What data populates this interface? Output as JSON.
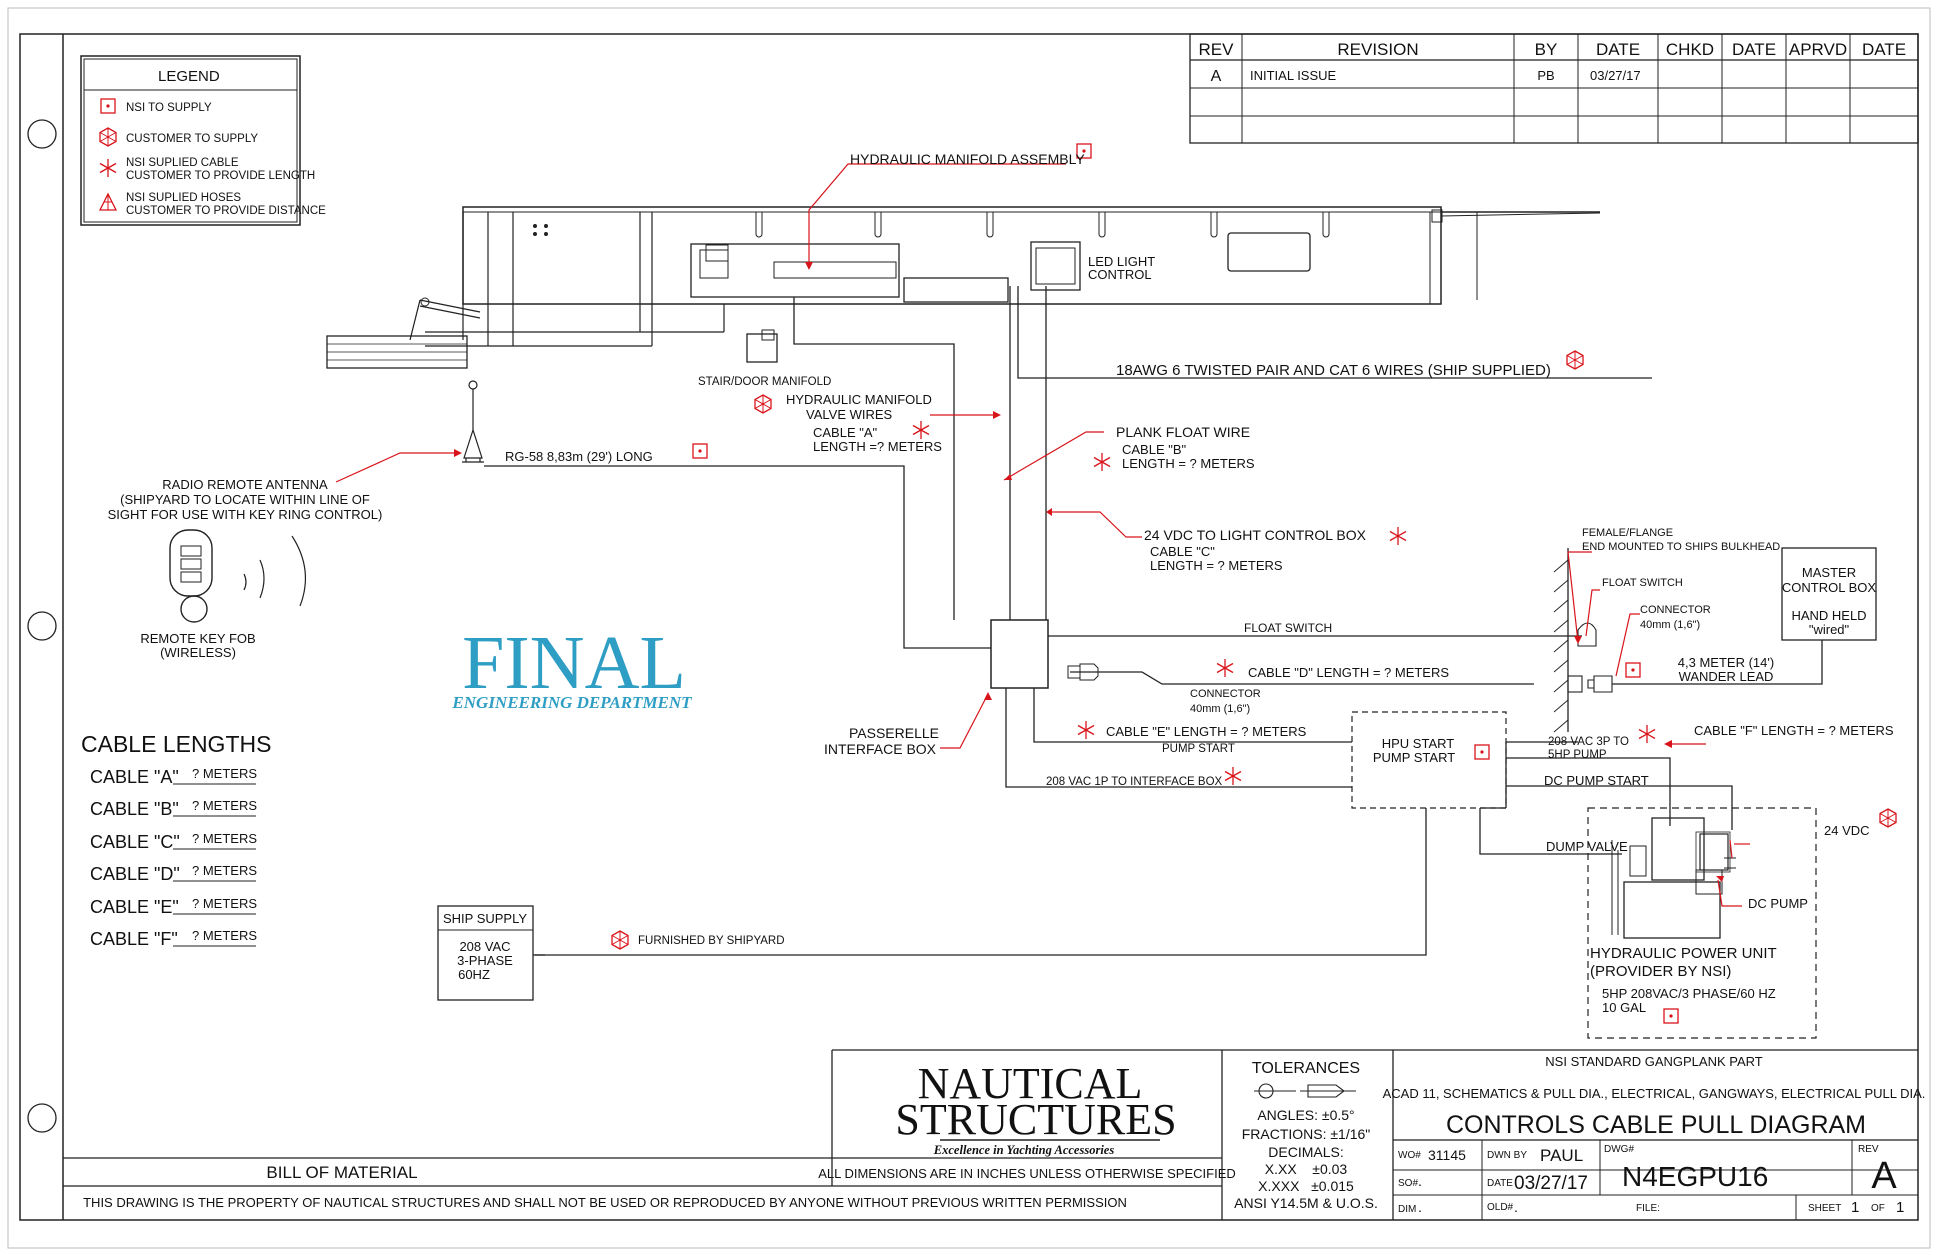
{
  "revision_table": {
    "headers": [
      "REV",
      "REVISION",
      "BY",
      "DATE",
      "CHKD",
      "DATE",
      "APRVD",
      "DATE"
    ],
    "rows": [
      [
        "A",
        "INITIAL ISSUE",
        "PB",
        "03/27/17",
        "",
        "",
        "",
        ""
      ],
      [
        "",
        "",
        "",
        "",
        "",
        "",
        "",
        ""
      ],
      [
        "",
        "",
        "",
        "",
        "",
        "",
        "",
        ""
      ]
    ]
  },
  "legend": {
    "title": "LEGEND",
    "items": [
      {
        "icon": "square-dot-icon",
        "label": "NSI TO SUPPLY"
      },
      {
        "icon": "hexagon-star-icon",
        "label": "CUSTOMER TO SUPPLY"
      },
      {
        "icon": "asterisk-icon",
        "label": "NSI SUPLIED CABLE",
        "label2": "CUSTOMER TO PROVIDE LENGTH"
      },
      {
        "icon": "triangle-icon",
        "label": "NSI SUPLIED HOSES",
        "label2": "CUSTOMER TO PROVIDE DISTANCE"
      }
    ]
  },
  "labels": {
    "hydraulic_manifold_assembly": "HYDRAULIC MANIFOLD ASSEMBLY",
    "led_light": "LED LIGHT",
    "control": "CONTROL",
    "twisted_pair": "18AWG 6 TWISTED PAIR AND CAT 6 WIRES (SHIP SUPPLIED)",
    "stair_door_manifold": "STAIR/DOOR MANIFOLD",
    "hyd_valve_1": "HYDRAULIC MANIFOLD",
    "hyd_valve_2": "VALVE WIRES",
    "cable_a_1": "CABLE \"A\"",
    "cable_a_2": "LENGTH =? METERS",
    "plank_float_wire": "PLANK FLOAT WIRE",
    "cable_b_1": "CABLE \"B\"",
    "cable_b_2": "LENGTH = ? METERS",
    "rg58": "RG-58 8,83m (29') LONG",
    "antenna_1": "RADIO REMOTE ANTENNA",
    "antenna_2": "(SHIPYARD TO LOCATE WITHIN LINE OF",
    "antenna_3": "SIGHT FOR USE WITH KEY RING CONTROL)",
    "vdc24_light": "24 VDC TO LIGHT CONTROL BOX",
    "cable_c_1": "CABLE \"C\"",
    "cable_c_2": "LENGTH = ? METERS",
    "female_flange_1": "FEMALE/FLANGE",
    "female_flange_2": "END MOUNTED TO SHIPS BULKHEAD",
    "master_1": "MASTER",
    "master_2": "CONTROL BOX",
    "master_3": "HAND HELD",
    "master_4": "\"wired\"",
    "float_switch_tag": "FLOAT SWITCH",
    "float_switch_line": "FLOAT SWITCH",
    "connector_r1": "CONNECTOR",
    "connector_r2": "40mm (1,6\")",
    "wander_1": "4,3 METER (14')",
    "wander_2": "WANDER LEAD",
    "key_fob_1": "REMOTE KEY FOB",
    "key_fob_2": "(WIRELESS)",
    "final": "FINAL",
    "engineering": "ENGINEERING DEPARTMENT",
    "cable_d": "CABLE \"D\" LENGTH = ? METERS",
    "connector_l1": "CONNECTOR",
    "connector_l2": "40mm (1,6\")",
    "passerelle_1": "PASSERELLE",
    "passerelle_2": "INTERFACE BOX",
    "cable_e": "CABLE \"E\" LENGTH = ? METERS",
    "pump_start": "PUMP START",
    "hpu_1": "HPU START",
    "hpu_2": "PUMP START",
    "vac208_3p_1": "208 VAC 3P TO",
    "vac208_3p_2": "5HP PUMP",
    "cable_f": "CABLE \"F\" LENGTH = ? METERS",
    "vac208_1p": "208 VAC 1P TO INTERFACE BOX",
    "dc_pump_start": "DC PUMP START",
    "vdc24": "24 VDC",
    "dump_valve": "DUMP VALVE",
    "dc_pump": "DC PUMP",
    "hpu_unit_1": "HYDRAULIC POWER UNIT",
    "hpu_unit_2": "(PROVIDER BY NSI)",
    "hpu_unit_3": "5HP 208VAC/3 PHASE/60 HZ",
    "hpu_unit_4": "10 GAL",
    "ship_supply_1": "SHIP SUPPLY",
    "ship_supply_2": "208 VAC",
    "ship_supply_3": "3-PHASE",
    "ship_supply_4": "60HZ",
    "furnished": "FURNISHED BY SHIPYARD"
  },
  "cable_lengths": {
    "title": "CABLE LENGTHS",
    "rows": [
      {
        "name": "CABLE \"A\"",
        "value": "? METERS"
      },
      {
        "name": "CABLE \"B\"",
        "value": "? METERS"
      },
      {
        "name": "CABLE \"C\"",
        "value": "? METERS"
      },
      {
        "name": "CABLE \"D\"",
        "value": "? METERS"
      },
      {
        "name": "CABLE \"E\"",
        "value": "? METERS"
      },
      {
        "name": "CABLE \"F\"",
        "value": "? METERS"
      }
    ]
  },
  "title_block": {
    "bill_of_material": "BILL OF MATERIAL",
    "property_notice": "THIS DRAWING IS THE PROPERTY OF NAUTICAL STRUCTURES AND SHALL NOT BE USED OR REPRODUCED BY ANYONE WITHOUT PREVIOUS WRITTEN PERMISSION",
    "logo_1": "NAUTICAL",
    "logo_2": "STRUCTURES",
    "logo_tagline": "Excellence in Yachting Accessories",
    "dimensions_note": "ALL DIMENSIONS ARE IN INCHES UNLESS OTHERWISE SPECIFIED",
    "tolerances": "TOLERANCES",
    "angles": "ANGLES: ±0.5°",
    "fractions": "FRACTIONS: ±1/16\"",
    "decimals": "DECIMALS:",
    "xx": "X.XX    ±0.03",
    "xxx": "X.XXX   ±0.015",
    "ansi": "ANSI Y14.5M & U.O.S.",
    "standard_part": "NSI STANDARD GANGPLANK PART",
    "acad": "ACAD 11, SCHEMATICS & PULL DIA., ELECTRICAL, GANGWAYS, ELECTRICAL PULL DIA.",
    "drawing_title": "CONTROLS CABLE PULL DIAGRAM",
    "wo_label": "WO#",
    "wo_value": "31145",
    "dwn_label": "DWN BY",
    "dwn_value": "PAUL",
    "dwg_label": "DWG#",
    "dwg_value": "N4EGPU16",
    "rev_label": "REV",
    "rev_value": "A",
    "so_label": "SO#",
    "so_value": ".",
    "date_label": "DATE",
    "date_value": "03/27/17",
    "dim_label": "DIM",
    "dim_value": ".",
    "old_label": "OLD#",
    "old_value": ".",
    "file_label": "FILE:",
    "sheet_label": "SHEET",
    "sheet_value": "1",
    "of_label": "OF",
    "of_value": "1"
  },
  "colors": {
    "annotation": "#d8141b",
    "stamp": "#2f9ec4",
    "line": "#222222"
  }
}
